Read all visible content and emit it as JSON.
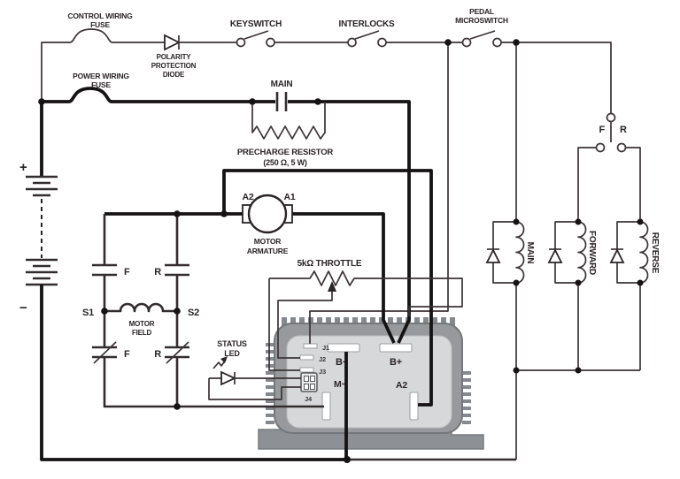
{
  "colors": {
    "wire": "#2a2426",
    "controller_body": "#97999c",
    "controller_panel": "#d7d8d9",
    "controller_base": "#8d9094",
    "terminal_slot": "#ffffff",
    "background": "#ffffff"
  },
  "top_row": {
    "control_fuse_line1": "CONTROL WIRING",
    "control_fuse_line2": "FUSE",
    "polarity_line1": "POLARITY",
    "polarity_line2": "PROTECTION",
    "polarity_line3": "DIODE",
    "keyswitch": "KEYSWITCH",
    "interlocks": "INTERLOCKS",
    "pedal_line1": "PEDAL",
    "pedal_line2": "MICROSWITCH"
  },
  "power_row": {
    "power_fuse_line1": "POWER WIRING",
    "power_fuse_line2": "FUSE",
    "main_contactor": "MAIN",
    "precharge_line1": "PRECHARGE RESISTOR",
    "precharge_line2": "(250 Ω, 5 W)"
  },
  "battery": {
    "plus": "+",
    "minus": "−"
  },
  "armature": {
    "a2": "A2",
    "a1": "A1",
    "label_line1": "MOTOR",
    "label_line2": "ARMATURE"
  },
  "throttle": {
    "label": "5kΩ THROTTLE"
  },
  "field": {
    "f_top": "F",
    "r_top": "R",
    "s1": "S1",
    "s2": "S2",
    "label_line1": "MOTOR",
    "label_line2": "FIELD",
    "f_bottom": "F",
    "r_bottom": "R"
  },
  "status_led": {
    "line1": "STATUS",
    "line2": "LED"
  },
  "controller": {
    "j1": "J1",
    "j2": "J2",
    "j3": "J3",
    "j4": "J4",
    "b_minus": "B−",
    "b_plus": "B+",
    "m_minus": "M−",
    "a2": "A2"
  },
  "coils": {
    "main": "MAIN",
    "forward": "FORWARD",
    "reverse": "REVERSE"
  },
  "fr_switch": {
    "f": "F",
    "r": "R"
  }
}
